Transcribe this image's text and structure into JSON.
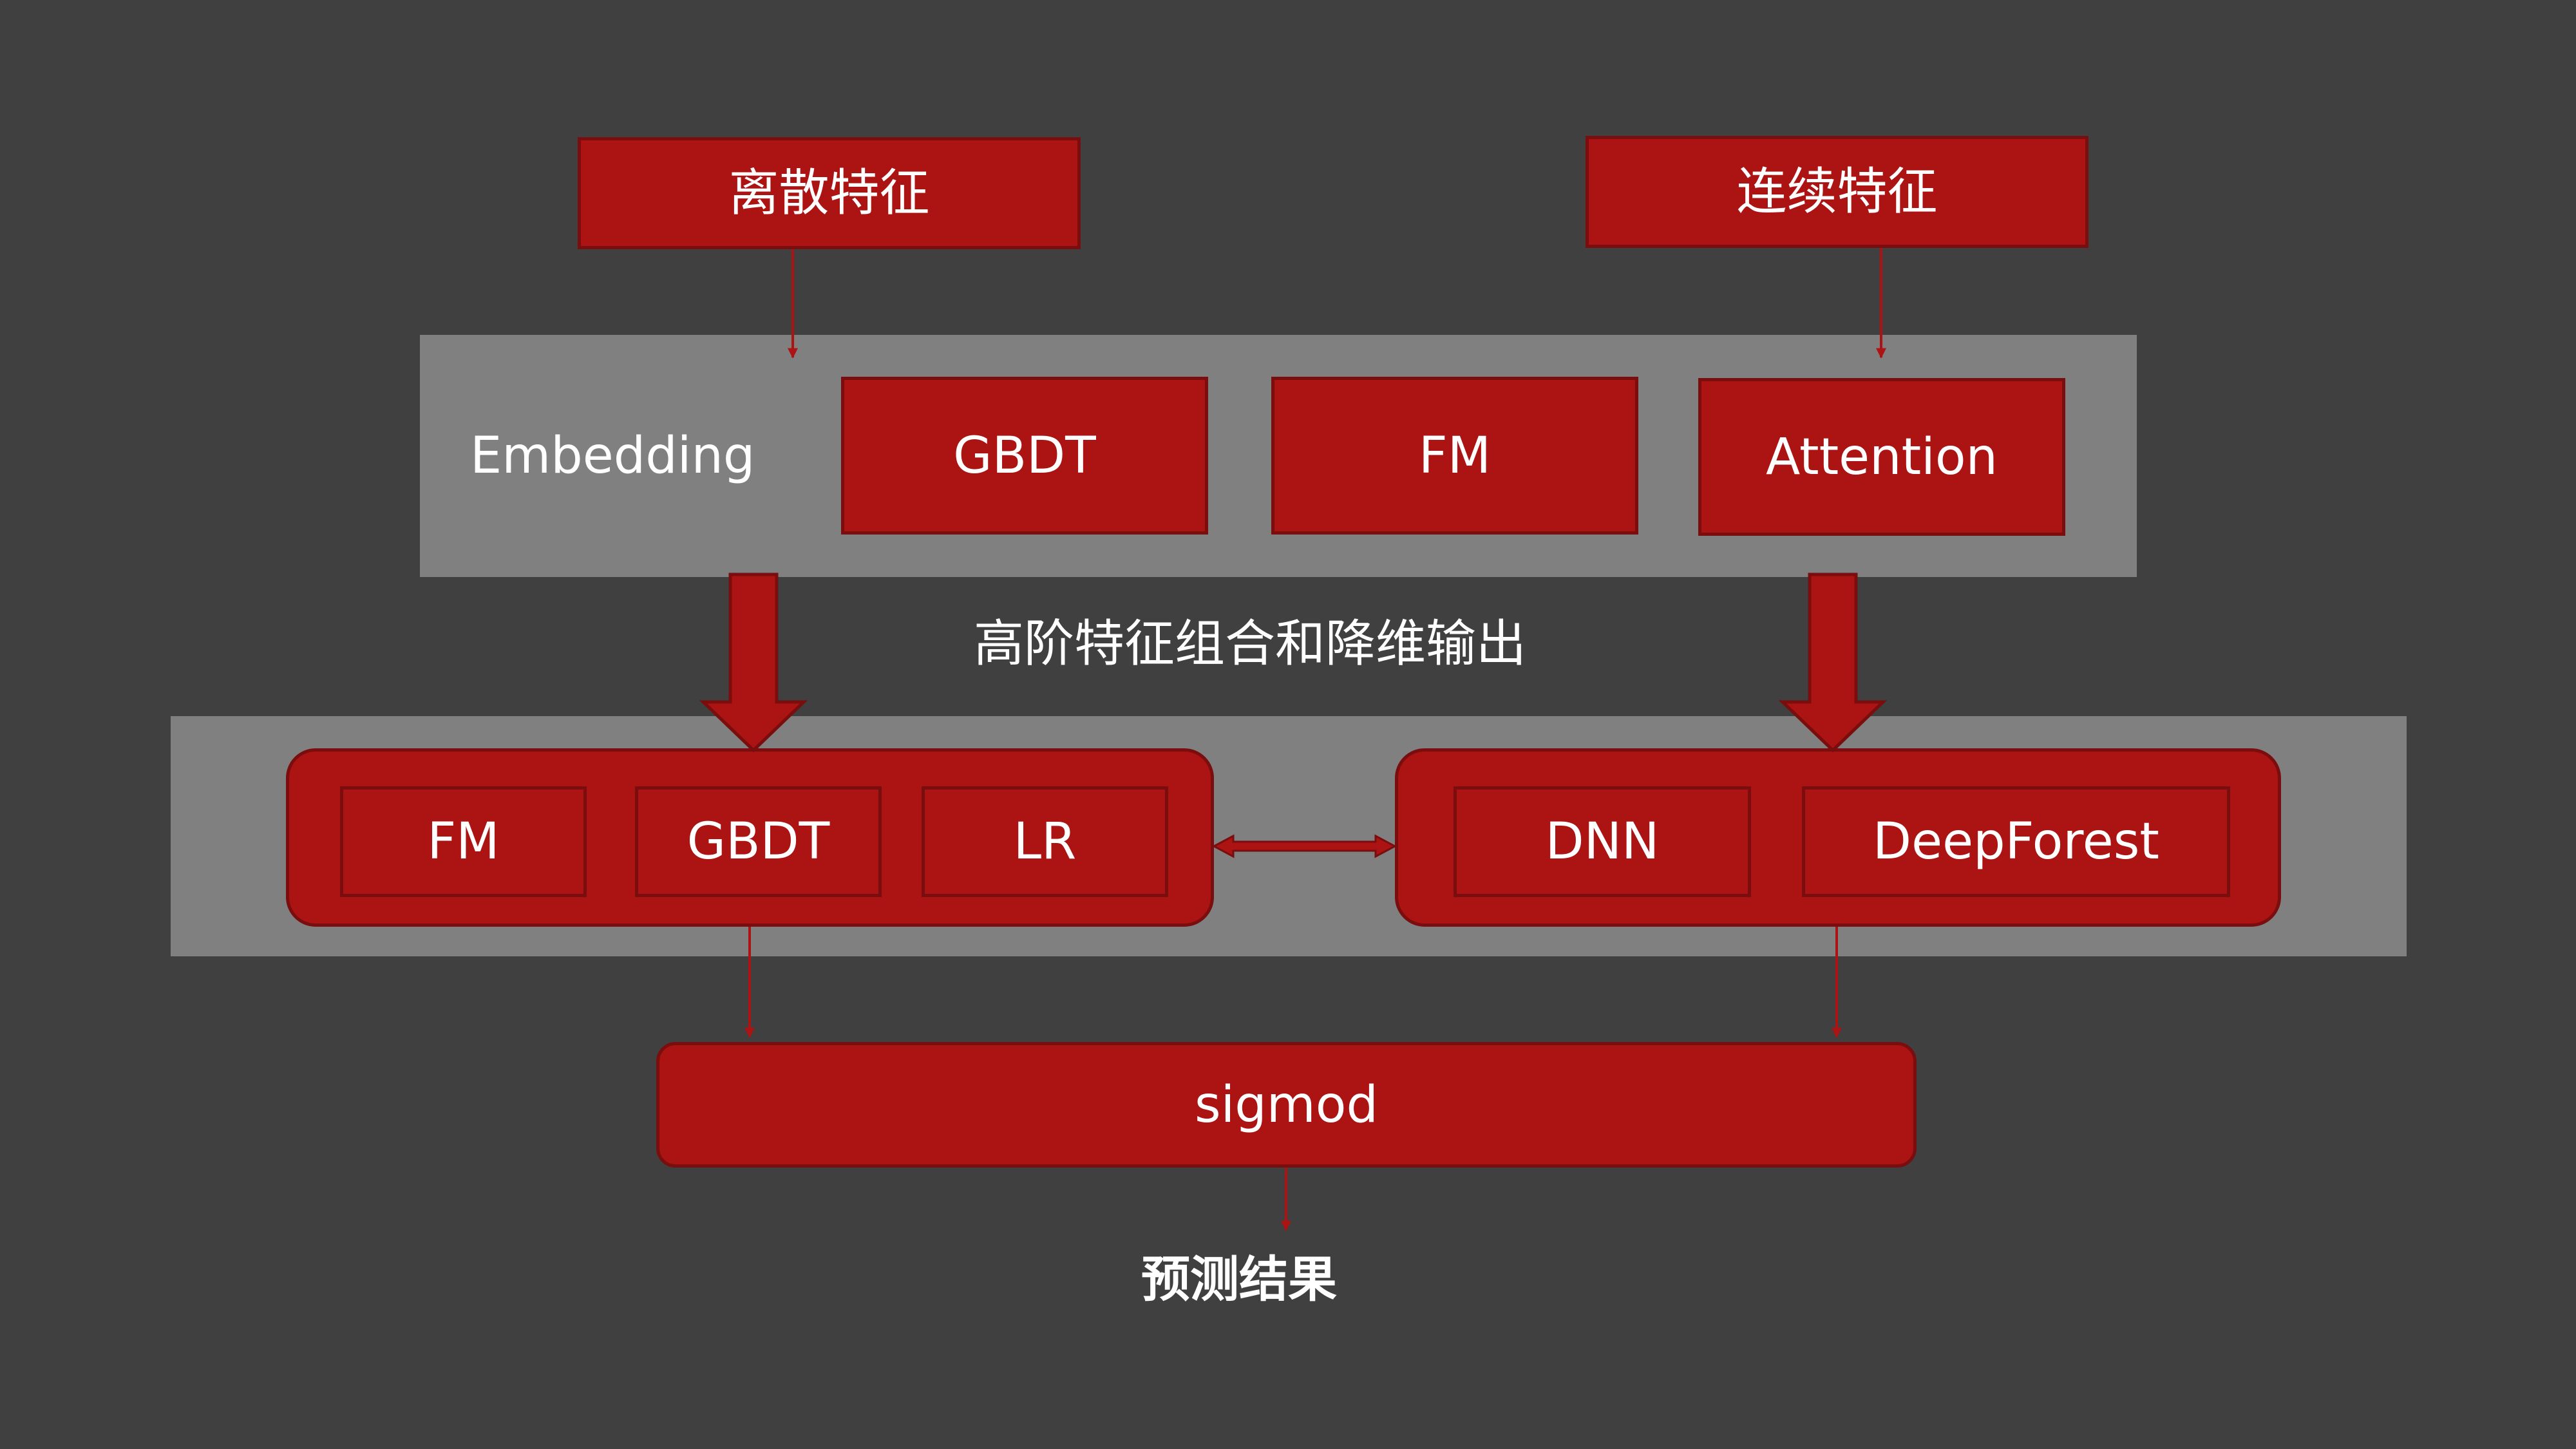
{
  "inputs": {
    "discrete": "离散特征",
    "continuous": "连续特征"
  },
  "layer1": {
    "label": "Embedding",
    "gbdt": "GBDT",
    "fm": "FM",
    "attention": "Attention"
  },
  "middle_label": "高阶特征组合和降维输出",
  "layer2": {
    "left": {
      "fm": "FM",
      "gbdt": "GBDT",
      "lr": "LR"
    },
    "right": {
      "dnn": "DNN",
      "deepforest": "DeepForest"
    }
  },
  "sigmod": "sigmod",
  "result": "预测结果",
  "colors": {
    "background": "#404040",
    "panel": "#808080",
    "box": "#ac1313",
    "box_border": "#7a0d0d",
    "arrow": "#ac1313",
    "text": "#ffffff"
  }
}
